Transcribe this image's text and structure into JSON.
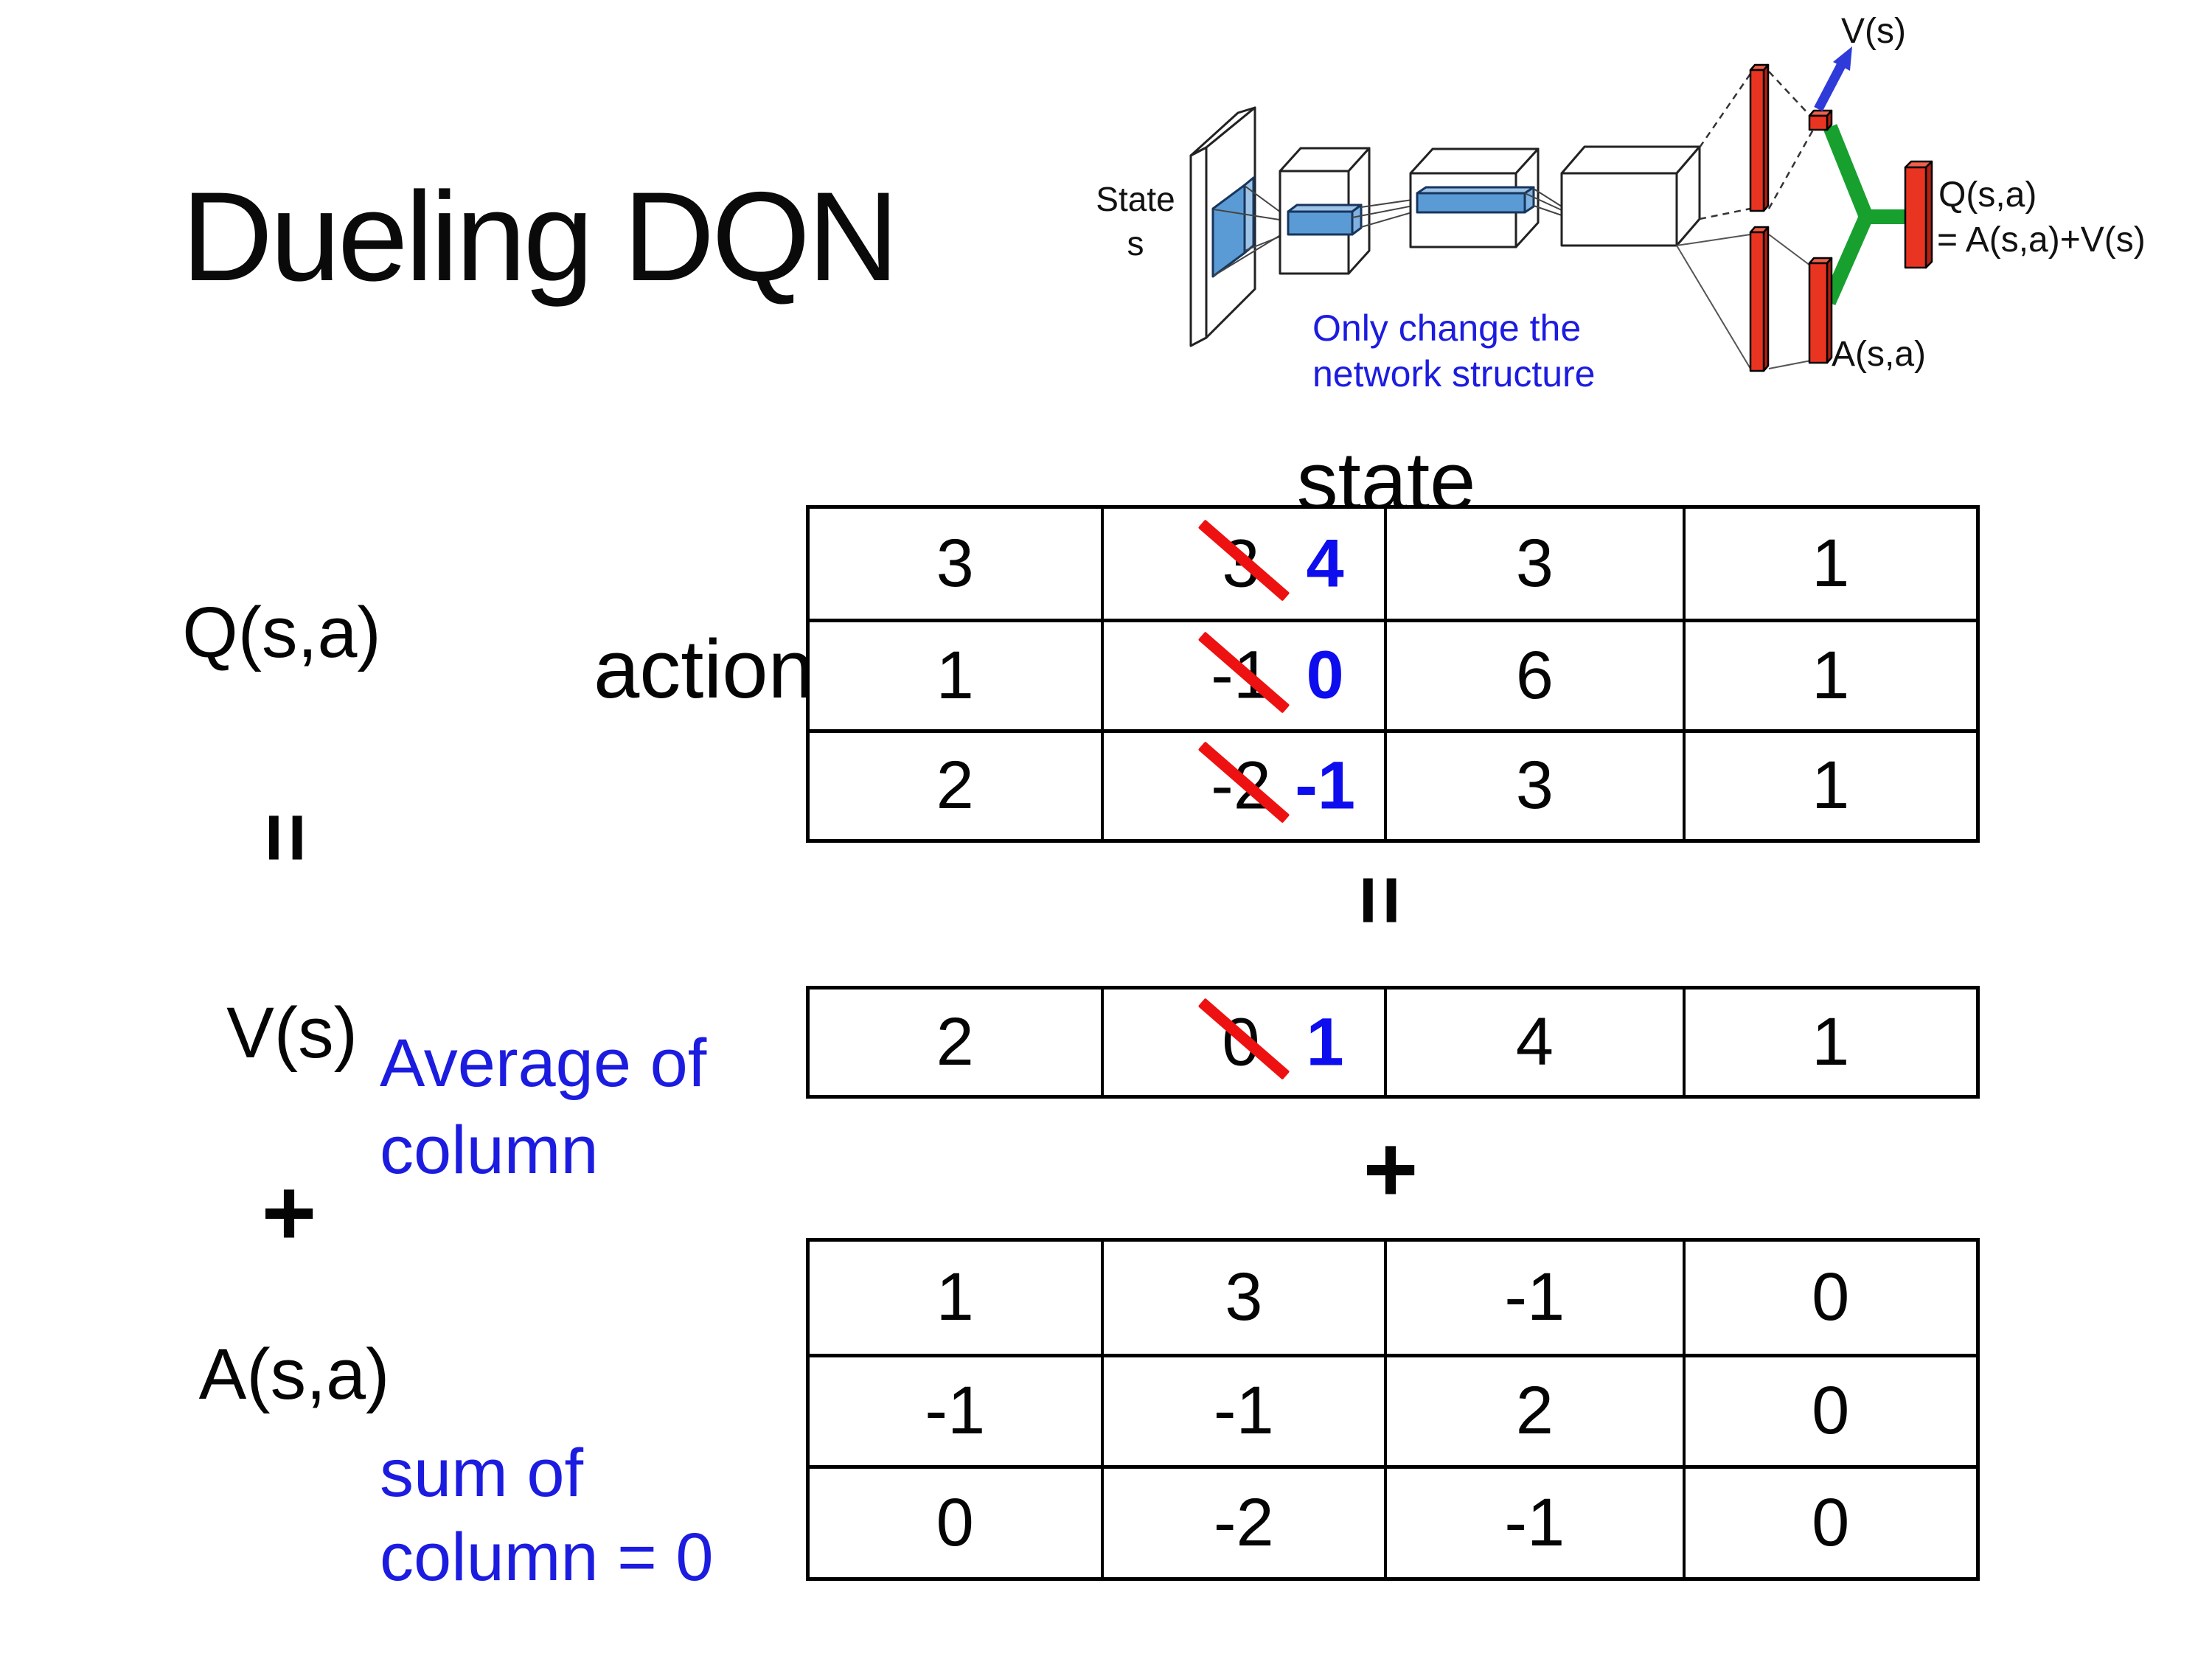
{
  "title": "Dueling DQN",
  "diagram": {
    "state_label_line1": "State",
    "state_label_line2": "s",
    "note_line1": "Only change the",
    "note_line2": "network structure",
    "v_output_label": "V(s)",
    "a_output_label": "A(s,a)",
    "q_output_label_line1": "Q(s,a)",
    "q_output_label_line2": "= A(s,a)+V(s)"
  },
  "equation_labels": {
    "q": "Q(s,a)",
    "equals_left": "=",
    "v": "V(s)",
    "plus_left": "+",
    "a": "A(s,a)",
    "equals_middle": "=",
    "plus_middle": "+",
    "average_note_line1": "Average of",
    "average_note_line2": "column",
    "sum_note_line1": "sum of",
    "sum_note_line2": "column = 0"
  },
  "q_table": {
    "state_axis_label": "state",
    "action_axis_label": "action",
    "rows": [
      {
        "cells": [
          {
            "value": "3"
          },
          {
            "old": "3",
            "new": "4"
          },
          {
            "value": "3"
          },
          {
            "value": "1"
          }
        ]
      },
      {
        "cells": [
          {
            "value": "1"
          },
          {
            "old": "-1",
            "new": "0"
          },
          {
            "value": "6"
          },
          {
            "value": "1"
          }
        ]
      },
      {
        "cells": [
          {
            "value": "2"
          },
          {
            "old": "-2",
            "new": "-1"
          },
          {
            "value": "3"
          },
          {
            "value": "1"
          }
        ]
      }
    ]
  },
  "v_row": {
    "cells": [
      {
        "value": "2"
      },
      {
        "old": "0",
        "new": "1"
      },
      {
        "value": "4"
      },
      {
        "value": "1"
      }
    ]
  },
  "a_table": {
    "rows": [
      {
        "cells": [
          {
            "value": "1"
          },
          {
            "value": "3"
          },
          {
            "value": "-1"
          },
          {
            "value": "0"
          }
        ]
      },
      {
        "cells": [
          {
            "value": "-1"
          },
          {
            "value": "-1"
          },
          {
            "value": "2"
          },
          {
            "value": "0"
          }
        ]
      },
      {
        "cells": [
          {
            "value": "0"
          },
          {
            "value": "-2"
          },
          {
            "value": "-1"
          },
          {
            "value": "0"
          }
        ]
      }
    ]
  },
  "colors": {
    "replaced_number_blue": "#0d0dee",
    "annotation_blue": "#1c1ce0",
    "strikethrough_red": "#ee1111",
    "network_bar_red": "#e93422",
    "merge_green": "#18a02f",
    "arrow_blue": "#2f3bd9",
    "conv_filter_blue": "#5b9bd5"
  }
}
